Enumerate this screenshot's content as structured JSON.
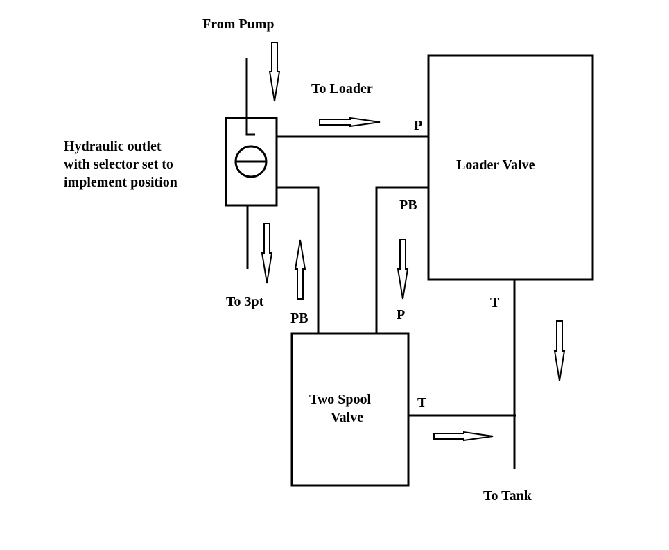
{
  "labels": {
    "from_pump": "From Pump",
    "to_loader": "To Loader",
    "outlet_line1": "Hydraulic outlet",
    "outlet_line2": "with selector set to",
    "outlet_line3": "implement position",
    "to_3pt": "To 3pt",
    "loader_valve": "Loader Valve",
    "loader_p": "P",
    "loader_pb": "PB",
    "loader_t": "T",
    "spool_line1": "Two Spool",
    "spool_line2": "Valve",
    "spool_pb": "PB",
    "spool_p": "P",
    "spool_t": "T",
    "to_tank": "To Tank"
  },
  "colors": {
    "ink": "#000000",
    "background": "#ffffff"
  }
}
